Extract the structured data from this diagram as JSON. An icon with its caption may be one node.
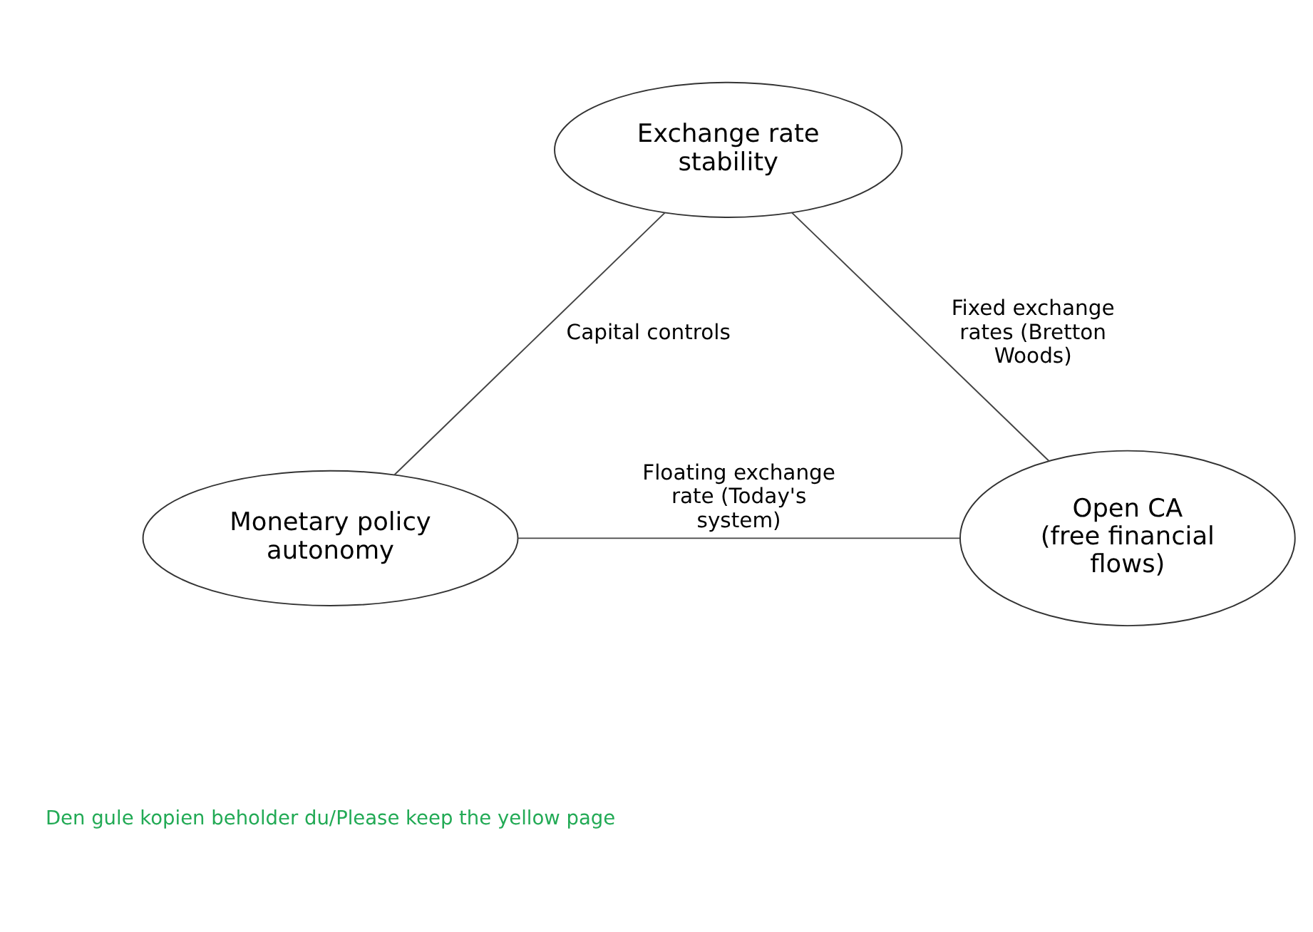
{
  "diagram": {
    "nodes": [
      {
        "text": [
          "Exchange rate stability"
        ]
      },
      {
        "text": [
          "Monetary policy autonomy"
        ]
      },
      {
        "text": [
          "Open CA",
          "(free financial flows)"
        ]
      }
    ],
    "edges": [
      {
        "from": 0,
        "to": 1,
        "arrow": "none",
        "label": "Capital controls"
      },
      {
        "from": 0,
        "to": 2,
        "arrow": "none",
        "label": "Fixed exchange rates (Bretton Woods)"
      },
      {
        "from": 1,
        "to": 2,
        "arrow": "none",
        "label": "Floating exchange rate (Today's system)"
      }
    ],
    "labels": [
      "Den gule kopien beholder du/Please keep the yellow page"
    ]
  }
}
